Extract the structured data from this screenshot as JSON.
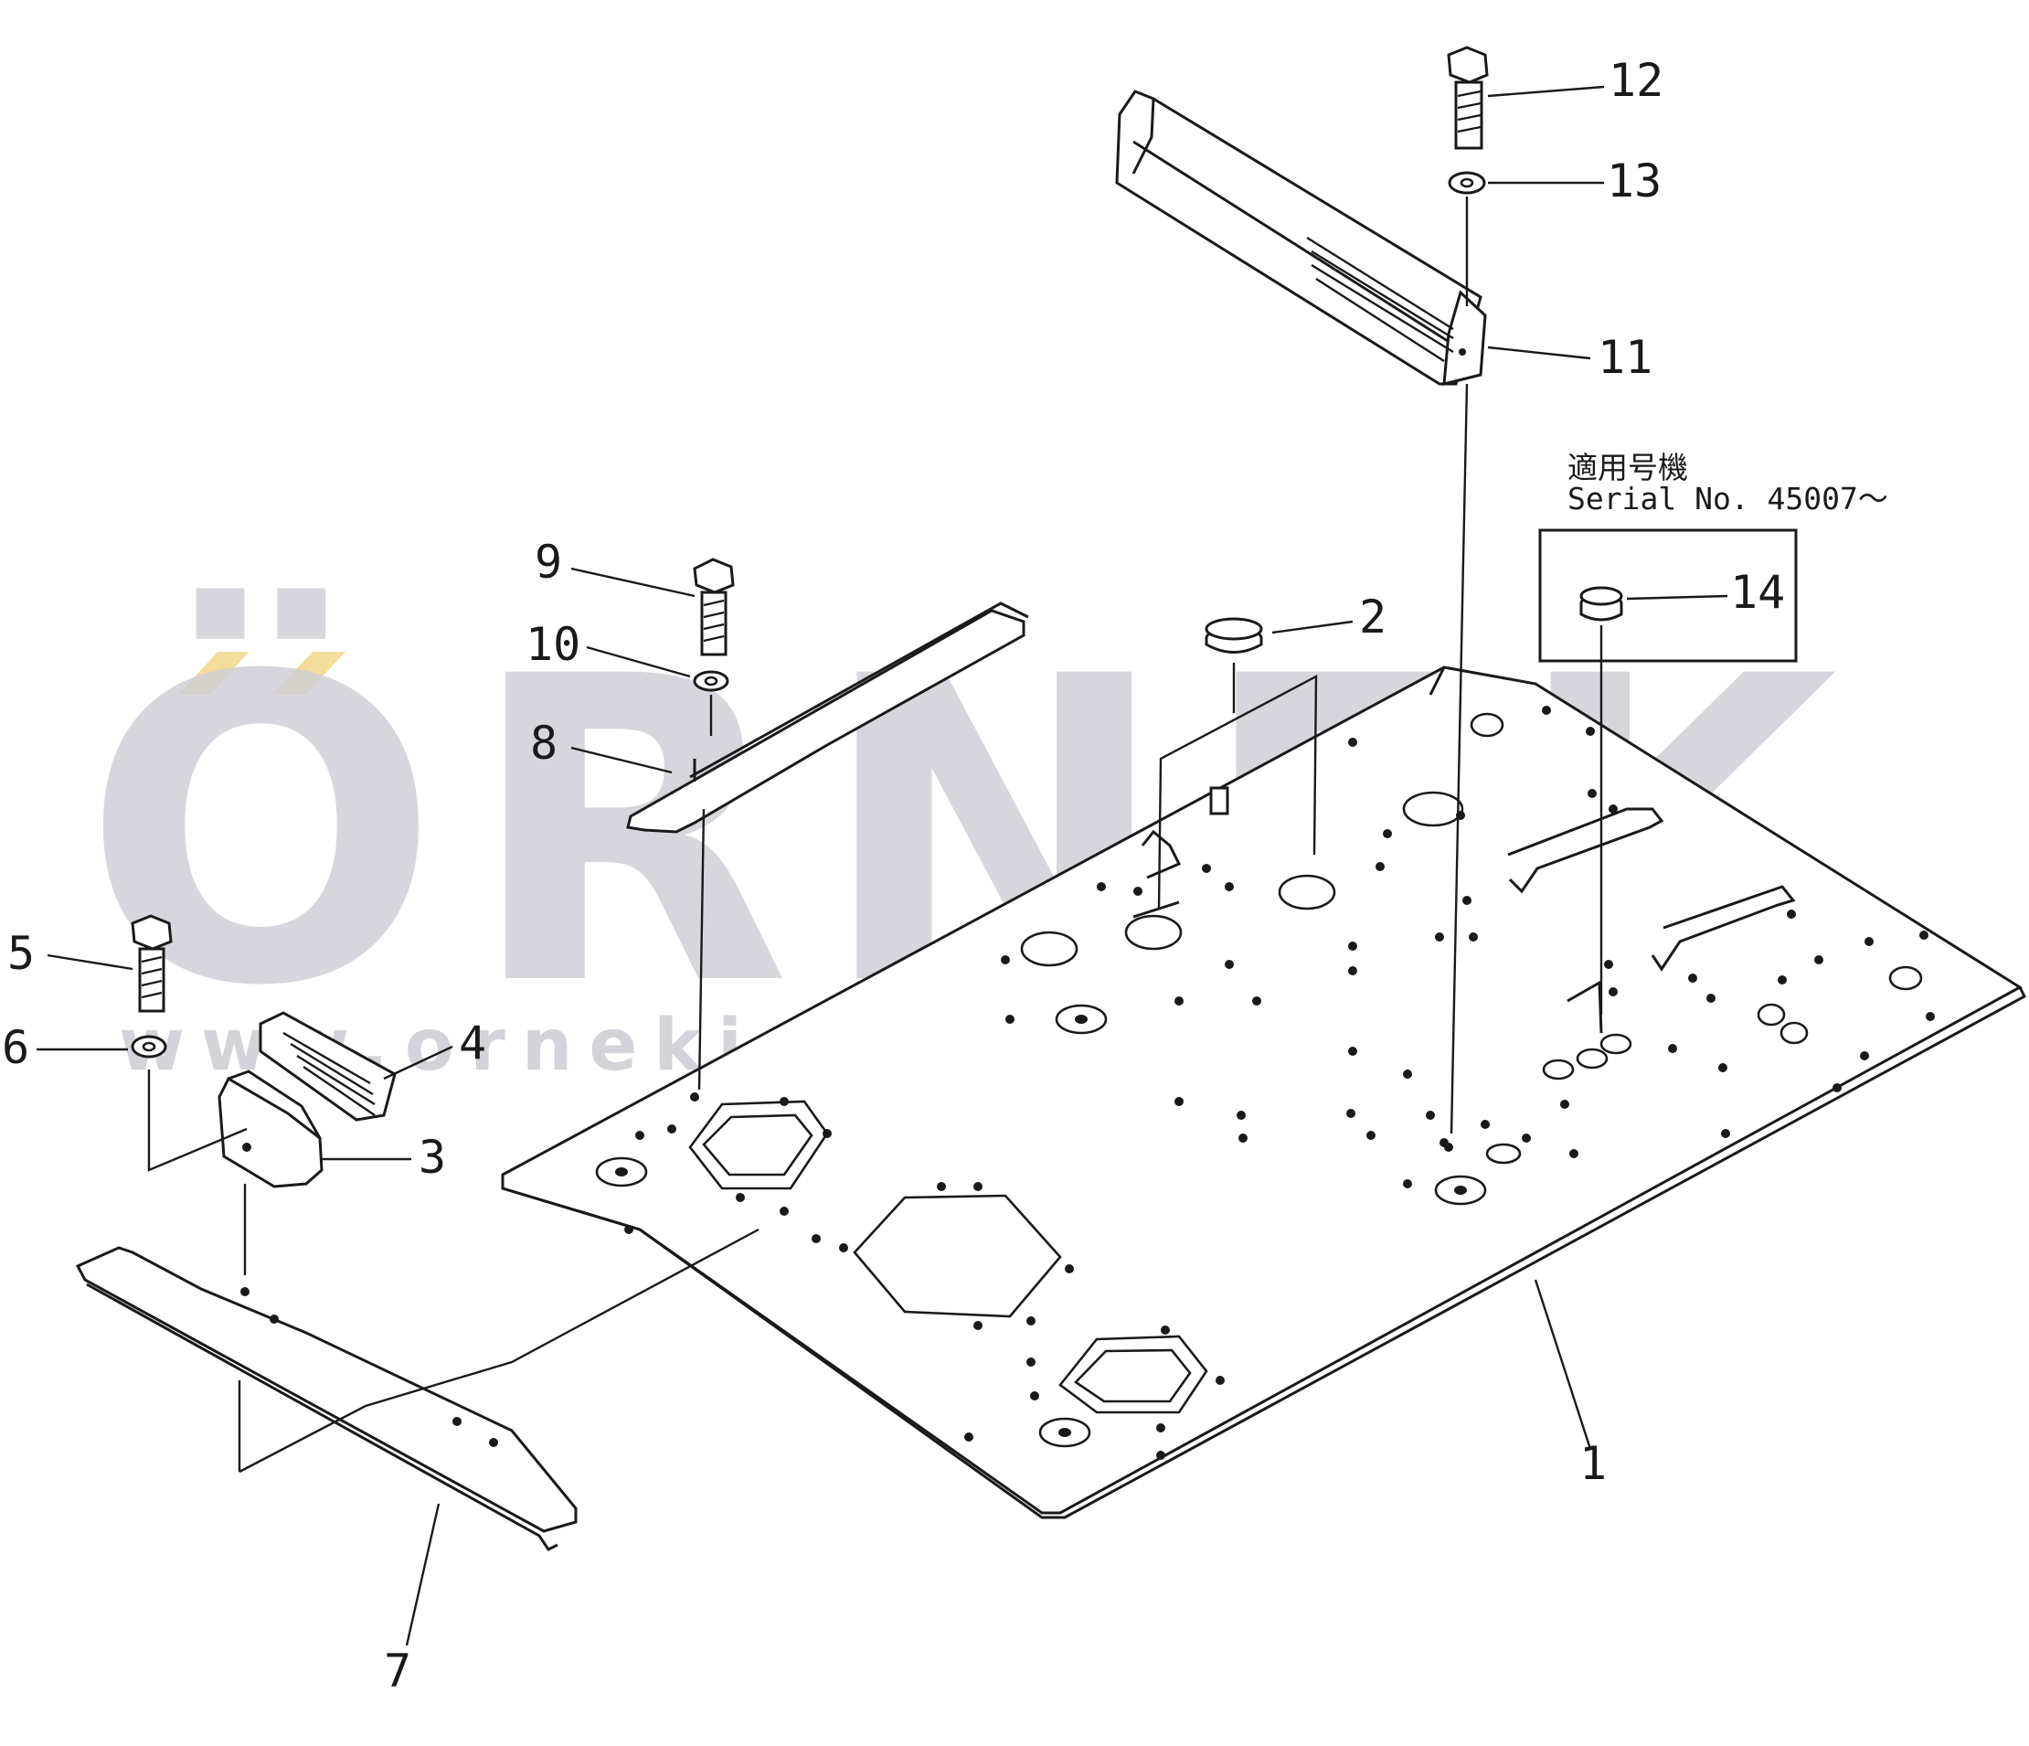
{
  "watermark": {
    "brand": "ÖRNEK",
    "url": "www.ornekismakinalari.com.tr",
    "accent_color": "#f3dd9b",
    "text_color": "#cfcfd6"
  },
  "serial_note": {
    "japanese": "適用号機",
    "english": "Serial  No. 45007～"
  },
  "callouts": [
    {
      "id": "1",
      "label": "1"
    },
    {
      "id": "2",
      "label": "2"
    },
    {
      "id": "3",
      "label": "3"
    },
    {
      "id": "4",
      "label": "4"
    },
    {
      "id": "5",
      "label": "5"
    },
    {
      "id": "6",
      "label": "6"
    },
    {
      "id": "7",
      "label": "7"
    },
    {
      "id": "8",
      "label": "8"
    },
    {
      "id": "9",
      "label": "9"
    },
    {
      "id": "10",
      "label": "10"
    },
    {
      "id": "11",
      "label": "11"
    },
    {
      "id": "12",
      "label": "12"
    },
    {
      "id": "13",
      "label": "13"
    },
    {
      "id": "14",
      "label": "14"
    }
  ]
}
